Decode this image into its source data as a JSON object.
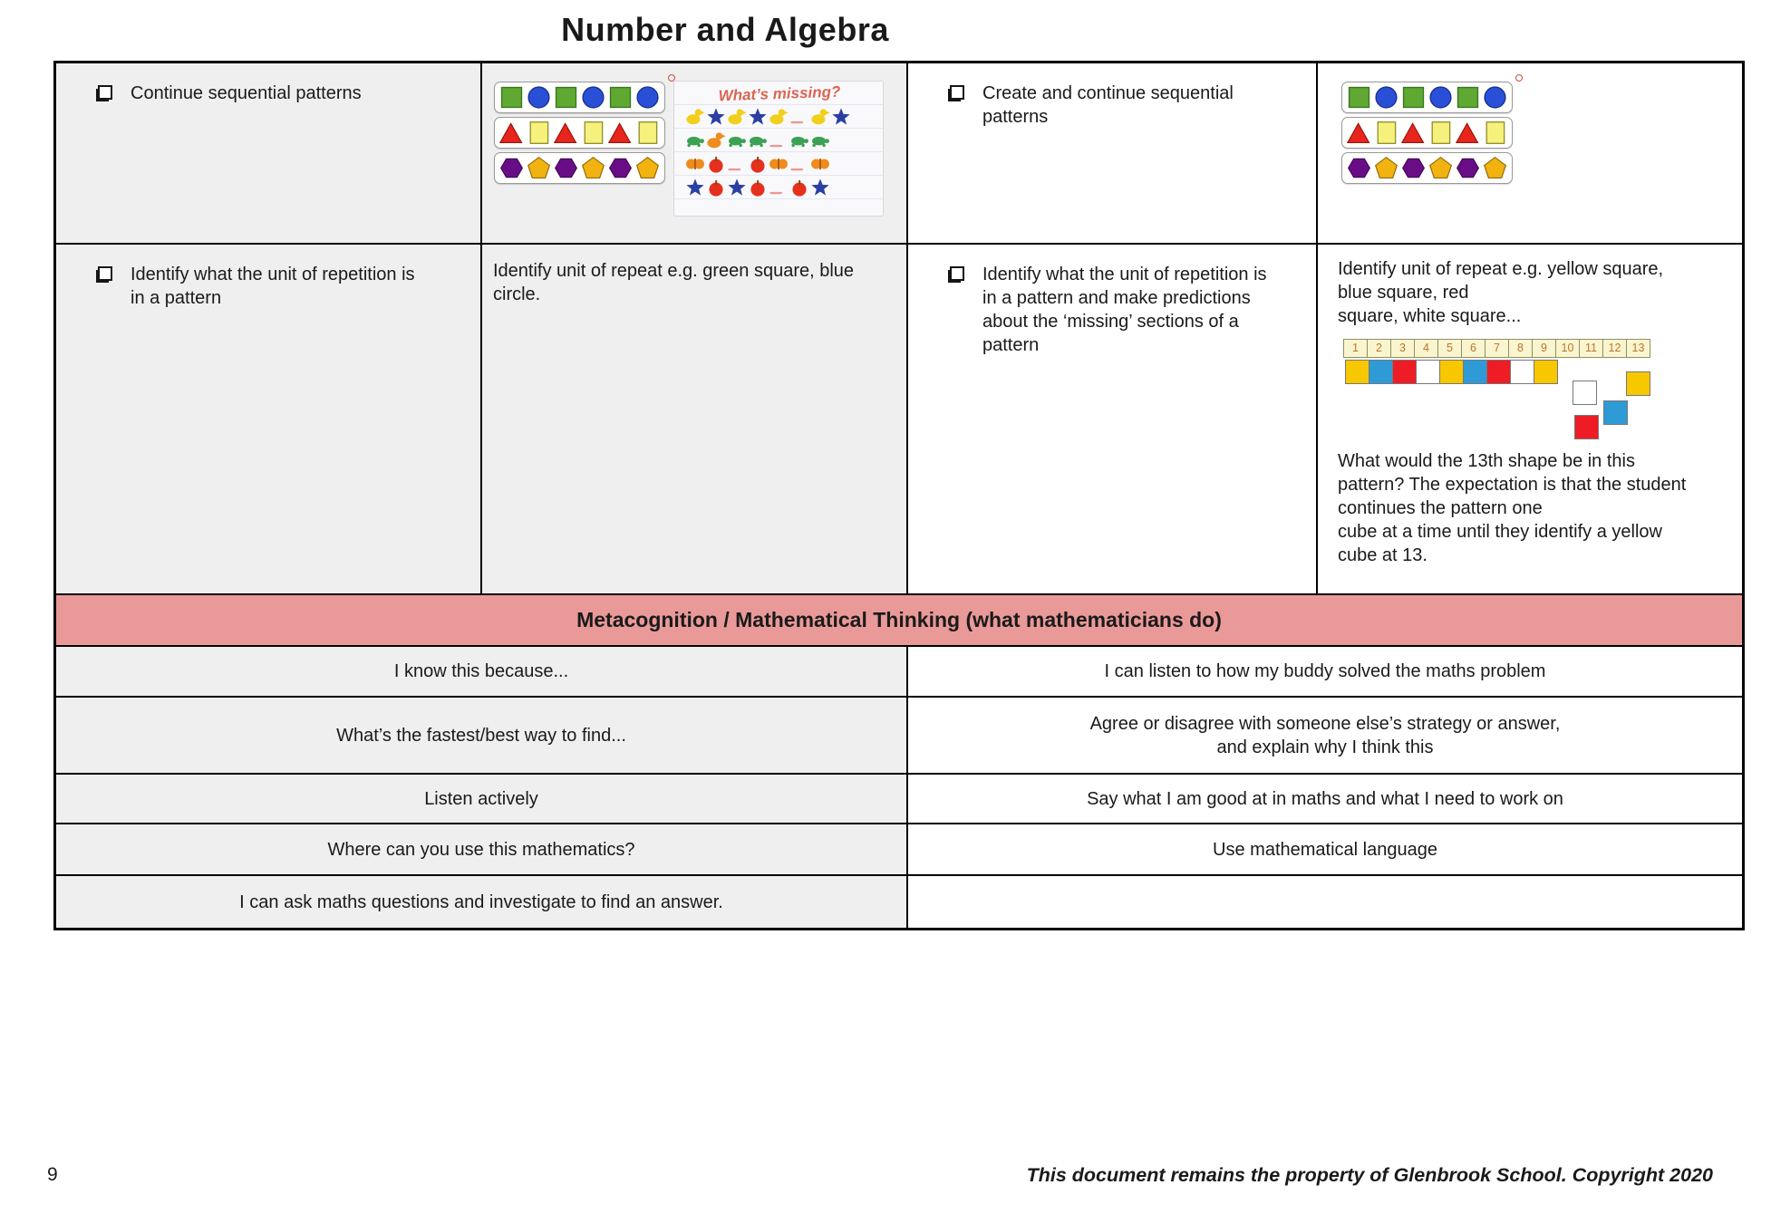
{
  "page": {
    "title": "Number and Algebra",
    "page_number": "9",
    "footer": "This document remains the property of Glenbrook School. Copyright 2020"
  },
  "table": {
    "row1": {
      "col1": "Continue sequential patterns",
      "col3": "Create and continue sequential\npatterns"
    },
    "row2": {
      "col1": "Identify what the unit of repetition is\nin a pattern",
      "col2": "Identify unit of repeat e.g. green square, blue\ncircle.",
      "col3": "Identify what the unit of repetition is\nin a pattern and make predictions\nabout the ‘missing’ sections of a\npattern",
      "col4_lead": "Identify unit of repeat e.g. yellow square,\nblue square, red\nsquare, white square...",
      "col4_caption": "What would the 13th shape be in this\npattern? The expectation is that the student\ncontinues the pattern one\ncube at a time until they identify a yellow\ncube at 13."
    },
    "metacognition": {
      "header": "Metacognition / Mathematical Thinking (what mathematicians do)",
      "rows": [
        {
          "left": "I know this because...",
          "right": "I can listen to how my buddy solved the maths problem"
        },
        {
          "left": "What’s the fastest/best way to find...",
          "right": "Agree or disagree with someone else’s strategy or answer,\nand explain why I think this"
        },
        {
          "left": "Listen actively",
          "right": "Say what I am good at in maths and what I need to work on"
        },
        {
          "left": "Where can you use this mathematics?",
          "right": "Use mathematical language"
        },
        {
          "left": "I can ask maths questions and investigate to find an answer.",
          "right": ""
        }
      ]
    }
  },
  "images": {
    "pattern_strips": {
      "rows": [
        [
          "green-square",
          "blue-circle",
          "green-square",
          "blue-circle",
          "green-square",
          "blue-circle"
        ],
        [
          "red-triangle",
          "yellow-square",
          "red-triangle",
          "yellow-square",
          "red-triangle",
          "yellow-square"
        ],
        [
          "purple-hexagon",
          "gold-pentagon",
          "purple-hexagon",
          "gold-pentagon",
          "purple-hexagon",
          "gold-pentagon"
        ]
      ]
    },
    "whats_missing": {
      "title": "What’s missing?",
      "rows": [
        [
          "yellow-duck",
          "blue-star",
          "yellow-duck",
          "blue-star",
          "yellow-duck",
          "gap",
          "yellow-duck",
          "blue-star"
        ],
        [
          "green-turtle",
          "orange-duck",
          "green-turtle",
          "green-turtle",
          "gap",
          "green-turtle",
          "green-turtle"
        ],
        [
          "orange-butterfly",
          "red-apple",
          "gap",
          "red-apple",
          "orange-butterfly",
          "gap",
          "orange-butterfly"
        ],
        [
          "blue-star",
          "red-apple",
          "blue-star",
          "red-apple",
          "gap",
          "red-apple",
          "blue-star"
        ]
      ]
    },
    "cube_track": {
      "numbers": [
        "1",
        "2",
        "3",
        "4",
        "5",
        "6",
        "7",
        "8",
        "9",
        "10",
        "11",
        "12",
        "13"
      ],
      "cubes": [
        "yellow",
        "blue",
        "red",
        "white",
        "yellow",
        "blue",
        "red",
        "white",
        "yellow"
      ],
      "loose_cubes": [
        "white",
        "yellow",
        "blue",
        "red"
      ]
    }
  },
  "palette": {
    "header_pink": "#ea9999",
    "cell_gray": "#efefef",
    "shape_green": "#5fa832",
    "shape_green_stroke": "#38761d",
    "shape_blue": "#2a4fd7",
    "shape_blue_stroke": "#1b2f8f",
    "shape_red": "#e8251c",
    "shape_red_stroke": "#99150f",
    "shape_yellow": "#f6f17c",
    "shape_yellow_stroke": "#93902e",
    "shape_purple": "#690d86",
    "shape_purple_stroke": "#43085a",
    "shape_gold": "#f2b311",
    "shape_gold_stroke": "#8f6b08",
    "wb_yellow": "#f2cf1d",
    "wb_blue": "#2b3fa3",
    "wb_green": "#3da153",
    "wb_orange": "#ef8c1d",
    "wb_red": "#e5301d",
    "gap_pink": "#e89a92",
    "cube_yellow": "#f7c700",
    "cube_blue": "#2e9bd6",
    "cube_red": "#ee1c25",
    "cube_white": "#ffffff",
    "number_text": "#c0742c"
  }
}
